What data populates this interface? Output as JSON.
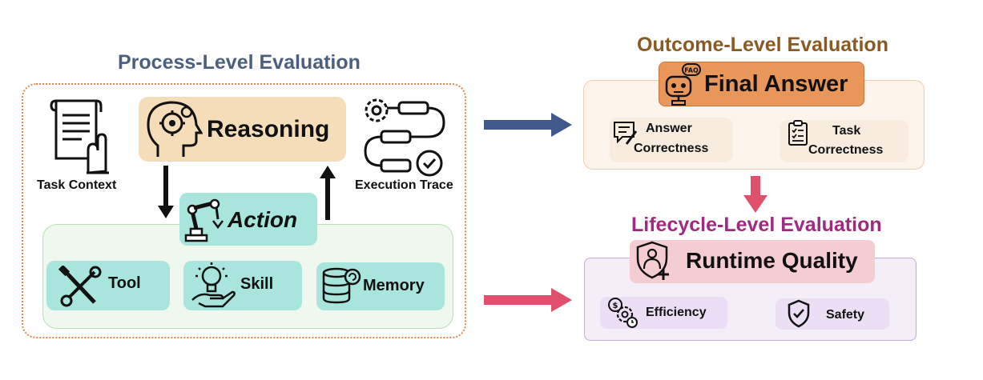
{
  "colors": {
    "process_title": "#4b5f7f",
    "outcome_title": "#8a5a24",
    "lifecycle_title": "#a02a7f",
    "process_border": "#e6864e",
    "reasoning_fill": "#f4ddb8",
    "action_fill": "#a8e5dc",
    "action_panel_fill": "#eef8ee",
    "action_panel_border": "#b9dfb6",
    "outcome_panel_fill": "#fdf5ec",
    "outcome_panel_border": "#f0cfa8",
    "final_answer_fill": "#e8965a",
    "outcome_item_fill": "#f8ecdf",
    "lifecycle_panel_fill": "#f5eef9",
    "lifecycle_panel_border": "#c5a8df",
    "runtime_fill": "#f4cdd3",
    "lifecycle_item_fill": "#ecdff5",
    "arrow_blue": "#3f5a8a",
    "arrow_red": "#e0506c"
  },
  "process": {
    "title": "Process-Level Evaluation",
    "task_context": "Task Context",
    "reasoning": "Reasoning",
    "execution_trace": "Execution Trace",
    "action": "Action",
    "tool": "Tool",
    "skill": "Skill",
    "memory": "Memory"
  },
  "outcome": {
    "title": "Outcome-Level Evaluation",
    "final_answer": "Final Answer",
    "answer_correctness_1": "Answer",
    "answer_correctness_2": "Correctness",
    "task_correctness_1": "Task",
    "task_correctness_2": "Correctness"
  },
  "lifecycle": {
    "title": "Lifecycle-Level Evaluation",
    "runtime_quality": "Runtime Quality",
    "efficiency": "Efficiency",
    "safety": "Safety"
  },
  "icons": [
    "document-pointer-icon",
    "gear-head-icon",
    "gear-chain-icon",
    "robot-arm-icon",
    "wrench-screwdriver-icon",
    "lightbulb-hand-icon",
    "database-icon",
    "faq-robot-icon",
    "comment-pen-icon",
    "clipboard-check-icon",
    "person-shield-icon",
    "gear-clock-icon",
    "shield-check-icon"
  ]
}
